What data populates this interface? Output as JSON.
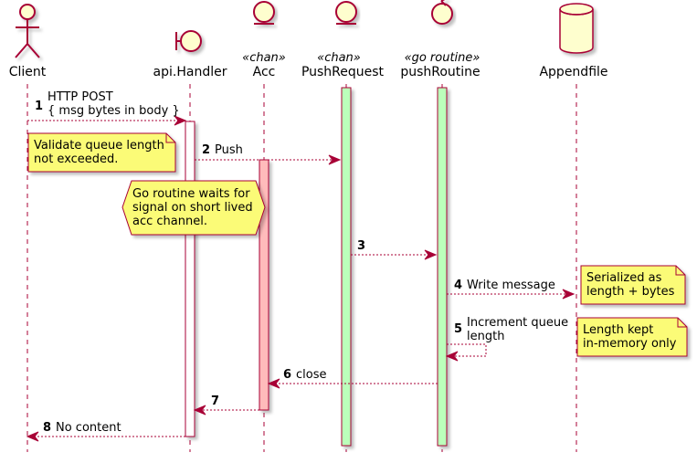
{
  "participants": [
    {
      "id": "client",
      "label": "Client",
      "stereotype": "",
      "shape": "actor-icon"
    },
    {
      "id": "handler",
      "label": "api.Handler",
      "stereotype": "",
      "shape": "boundary-icon"
    },
    {
      "id": "acc",
      "label": "Acc",
      "stereotype": "«chan»",
      "shape": "entity-icon"
    },
    {
      "id": "pushreq",
      "label": "PushRequest",
      "stereotype": "«chan»",
      "shape": "entity-icon"
    },
    {
      "id": "pushroutine",
      "label": "pushRoutine",
      "stereotype": "«go routine»",
      "shape": "control-icon"
    },
    {
      "id": "appendfile",
      "label": "Appendfile",
      "stereotype": "",
      "shape": "database-icon"
    }
  ],
  "messages": [
    {
      "num": "1",
      "from": "client",
      "to": "handler",
      "lines": [
        "HTTP POST",
        "{ msg bytes in body }"
      ]
    },
    {
      "num": "2",
      "from": "handler",
      "to": "pushreq",
      "lines": [
        "Push"
      ]
    },
    {
      "num": "3",
      "from": "pushreq",
      "to": "pushroutine",
      "lines": [
        ""
      ]
    },
    {
      "num": "4",
      "from": "pushroutine",
      "to": "appendfile",
      "lines": [
        "Write message"
      ]
    },
    {
      "num": "5",
      "from": "pushroutine",
      "to": "pushroutine",
      "lines": [
        "Increment queue",
        "length"
      ]
    },
    {
      "num": "6",
      "from": "pushroutine",
      "to": "acc",
      "lines": [
        "close"
      ]
    },
    {
      "num": "7",
      "from": "acc",
      "to": "handler",
      "lines": [
        ""
      ]
    },
    {
      "num": "8",
      "from": "handler",
      "to": "client",
      "lines": [
        "No content"
      ]
    }
  ],
  "notes": [
    {
      "id": "validate",
      "lines": [
        "Validate queue length",
        "not exceeded."
      ]
    },
    {
      "id": "wait",
      "lines": [
        "Go routine waits for",
        "signal on short lived",
        "acc channel."
      ]
    },
    {
      "id": "serialized",
      "lines": [
        "Serialized as",
        "length + bytes"
      ]
    },
    {
      "id": "inmemory",
      "lines": [
        "Length kept",
        "in-memory only"
      ]
    }
  ],
  "colors": {
    "stroke": "#A80036",
    "participant_fill": "#FEFECE",
    "note_fill": "#FBFB77",
    "activation_white": "#FFFFFF",
    "activation_pink": "#FFBBBB",
    "activation_green": "#BBFFBB"
  }
}
